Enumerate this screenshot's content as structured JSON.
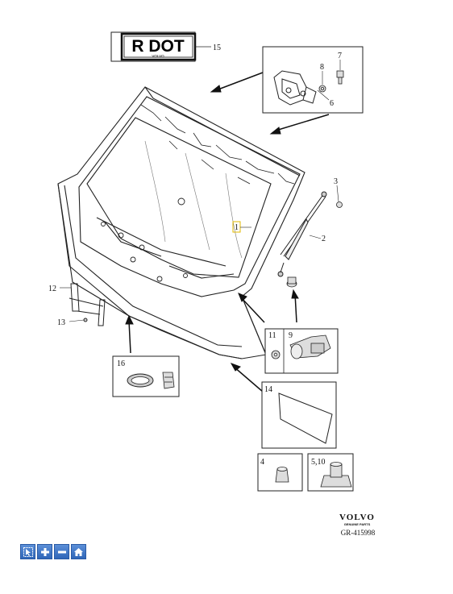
{
  "plate": {
    "text": "R DOT",
    "brand": "VOLVO"
  },
  "callouts": [
    "15",
    "8",
    "7",
    "6",
    "3",
    "2",
    "1",
    "12",
    "13",
    "11",
    "9",
    "16",
    "14",
    "4",
    "5,10"
  ],
  "footer": {
    "logo": "VOLVO",
    "subtitle": "GENUINE PARTS",
    "code": "GR-415998"
  },
  "toolbar": {
    "pointer": "pointer-icon",
    "zoom_in": "plus-icon",
    "zoom_out": "minus-icon",
    "home": "home-icon"
  },
  "colors": {
    "line": "#222222",
    "toolbar": "#3a74c8",
    "highlight": "#e0b800"
  }
}
